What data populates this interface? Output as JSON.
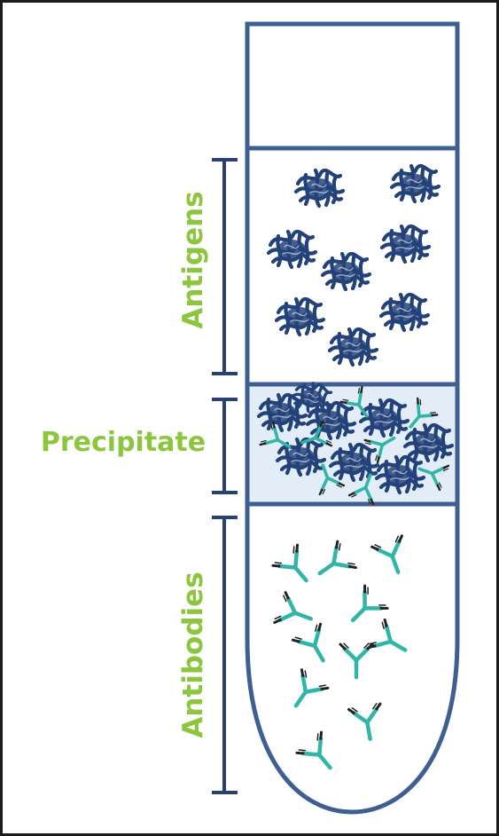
{
  "labels": {
    "antigens": "Antigens",
    "precipitate": "Precipitate",
    "antibodies": "Antibodies"
  },
  "colors": {
    "label_green": "#8cc63f",
    "tube_outline": "#3f5f92",
    "bracket": "#2a3f73",
    "antigen": "#24427a",
    "antibody": "#30b5a8",
    "antibody_tip": "#222222",
    "precipitate_fill": "#e3edf8"
  },
  "icons": {
    "antigen": "antigen-protein-icon",
    "antibody": "y-shaped-antibody-icon"
  }
}
